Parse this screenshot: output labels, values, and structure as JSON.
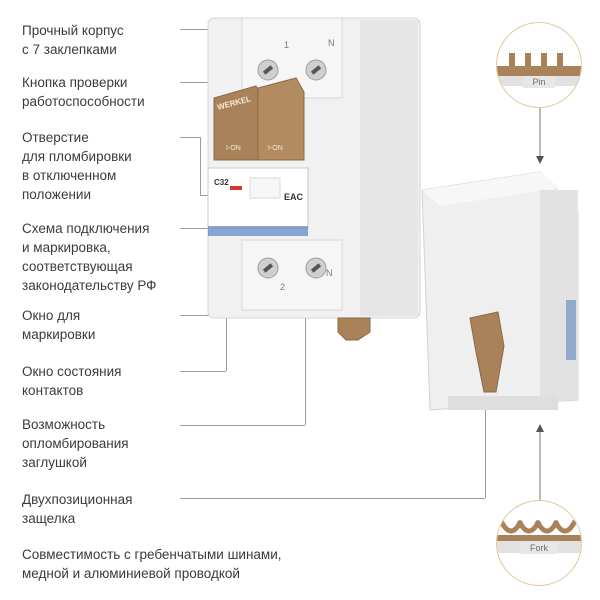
{
  "features": [
    {
      "id": "housing",
      "lines": [
        "Прочный корпус",
        "с 7 заклепками"
      ]
    },
    {
      "id": "test-button",
      "lines": [
        "Кнопка проверки",
        "работоспособности"
      ]
    },
    {
      "id": "seal-hole",
      "lines": [
        "Отверстие",
        "для пломбировки",
        "в отключенном",
        "положении"
      ]
    },
    {
      "id": "wiring-diagram",
      "lines": [
        "Схема подключения",
        "и маркировка,",
        "соответствующая",
        "законодательству РФ"
      ]
    },
    {
      "id": "marking-window",
      "lines": [
        "Окно для",
        "маркировки"
      ]
    },
    {
      "id": "contact-window",
      "lines": [
        "Окно состояния",
        "контактов"
      ]
    },
    {
      "id": "seal-plug",
      "lines": [
        "Возможность",
        "опломбирования",
        "заглушкой"
      ]
    },
    {
      "id": "latch",
      "lines": [
        "Двухпозиционная",
        "защелка"
      ]
    },
    {
      "id": "busbar",
      "lines": [
        "Совместимость с гребенчатыми шинами,",
        "медной и алюминиевой проводкой"
      ]
    }
  ],
  "product": {
    "brand": "WERKEL",
    "rating": "C32",
    "handle_label": "I-ON",
    "certification": "EAC",
    "terminals": {
      "top_left": "1",
      "top_right": "N",
      "bottom_left": "2",
      "bottom_right": "N"
    }
  },
  "callouts": {
    "pin_label": "Pin",
    "fork_label": "Fork"
  },
  "colors": {
    "accent_brown": "#a9825a",
    "body_white": "#f2f2f2",
    "label_blue": "#2f66b0",
    "leader_gray": "#9c9c9c"
  }
}
